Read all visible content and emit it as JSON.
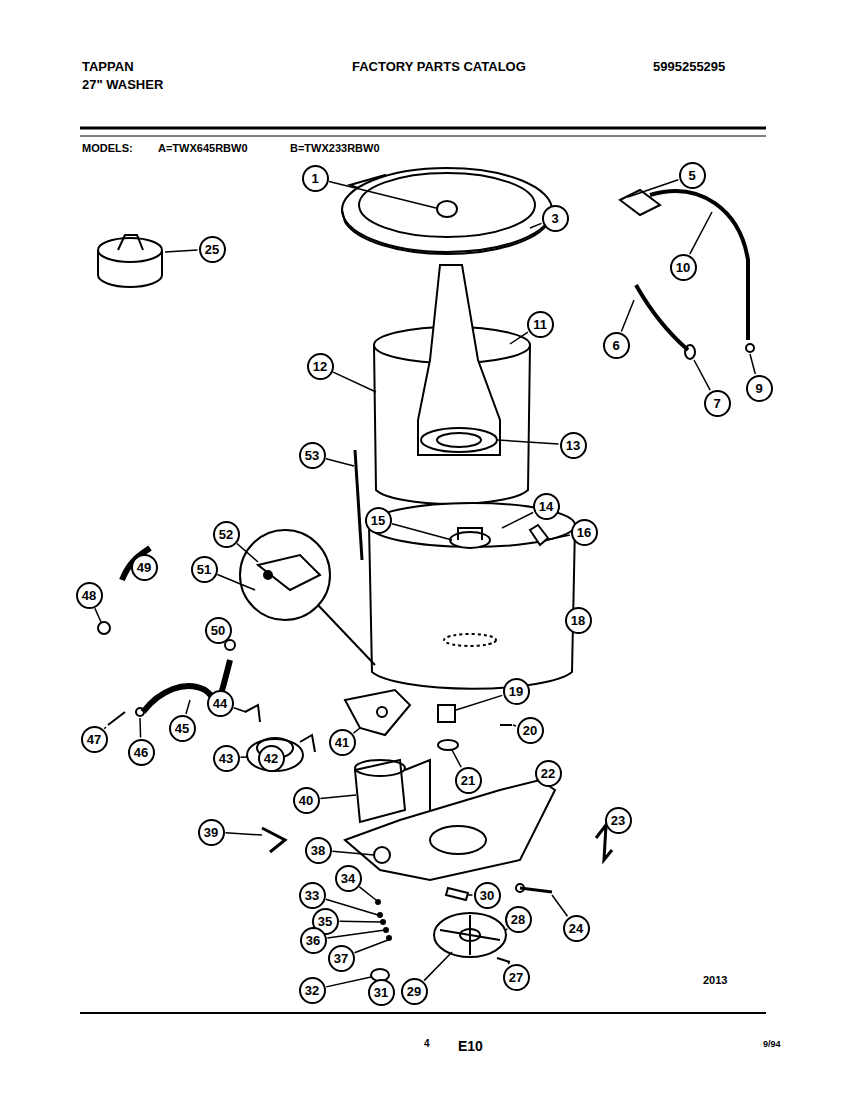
{
  "diagram": {
    "title": "FACTORY PARTS CATALOG",
    "nodes": [
      {
        "text": [
          "5"
        ]
      },
      {
        "text": [
          "1"
        ]
      },
      {
        "text": [
          "3"
        ]
      },
      {
        "text": [
          "25"
        ]
      },
      {
        "text": [
          "10"
        ]
      },
      {
        "text": [
          "11"
        ]
      },
      {
        "text": [
          "6"
        ]
      },
      {
        "text": [
          "12"
        ]
      },
      {
        "text": [
          "9"
        ]
      },
      {
        "text": [
          "7"
        ]
      },
      {
        "text": [
          "13"
        ]
      },
      {
        "text": [
          "53"
        ]
      },
      {
        "text": [
          "14"
        ]
      },
      {
        "text": [
          "15"
        ]
      },
      {
        "text": [
          "16"
        ]
      },
      {
        "text": [
          "52"
        ]
      },
      {
        "text": [
          "49"
        ]
      },
      {
        "text": [
          "51"
        ]
      },
      {
        "text": [
          "48"
        ]
      },
      {
        "text": [
          "18"
        ]
      },
      {
        "text": [
          "50"
        ]
      },
      {
        "text": [
          "19"
        ]
      },
      {
        "text": [
          "44"
        ]
      },
      {
        "text": [
          "45"
        ]
      },
      {
        "text": [
          "20"
        ]
      },
      {
        "text": [
          "47"
        ]
      },
      {
        "text": [
          "41"
        ]
      },
      {
        "text": [
          "46"
        ]
      },
      {
        "text": [
          "42"
        ]
      },
      {
        "text": [
          "43"
        ]
      },
      {
        "text": [
          "22"
        ]
      },
      {
        "text": [
          "21"
        ]
      },
      {
        "text": [
          "40"
        ]
      },
      {
        "text": [
          "23"
        ]
      },
      {
        "text": [
          "39"
        ]
      },
      {
        "text": [
          "38"
        ]
      },
      {
        "text": [
          "34"
        ]
      },
      {
        "text": [
          "33"
        ]
      },
      {
        "text": [
          "30"
        ]
      },
      {
        "text": [
          "28"
        ]
      },
      {
        "text": [
          "35"
        ]
      },
      {
        "text": [
          "24"
        ]
      },
      {
        "text": [
          "36"
        ]
      },
      {
        "text": [
          "37"
        ]
      },
      {
        "text": [
          "27"
        ]
      },
      {
        "text": [
          "32"
        ]
      },
      {
        "text": [
          "29"
        ]
      },
      {
        "text": [
          "31"
        ]
      }
    ],
    "labels": [
      "TAPPAN",
      "27\" WASHER",
      "5995255295",
      "MODELS:",
      "A=TWX645RBW0",
      "B=TWX233RBW0",
      "2013",
      "4",
      "E10",
      "9/94"
    ]
  }
}
